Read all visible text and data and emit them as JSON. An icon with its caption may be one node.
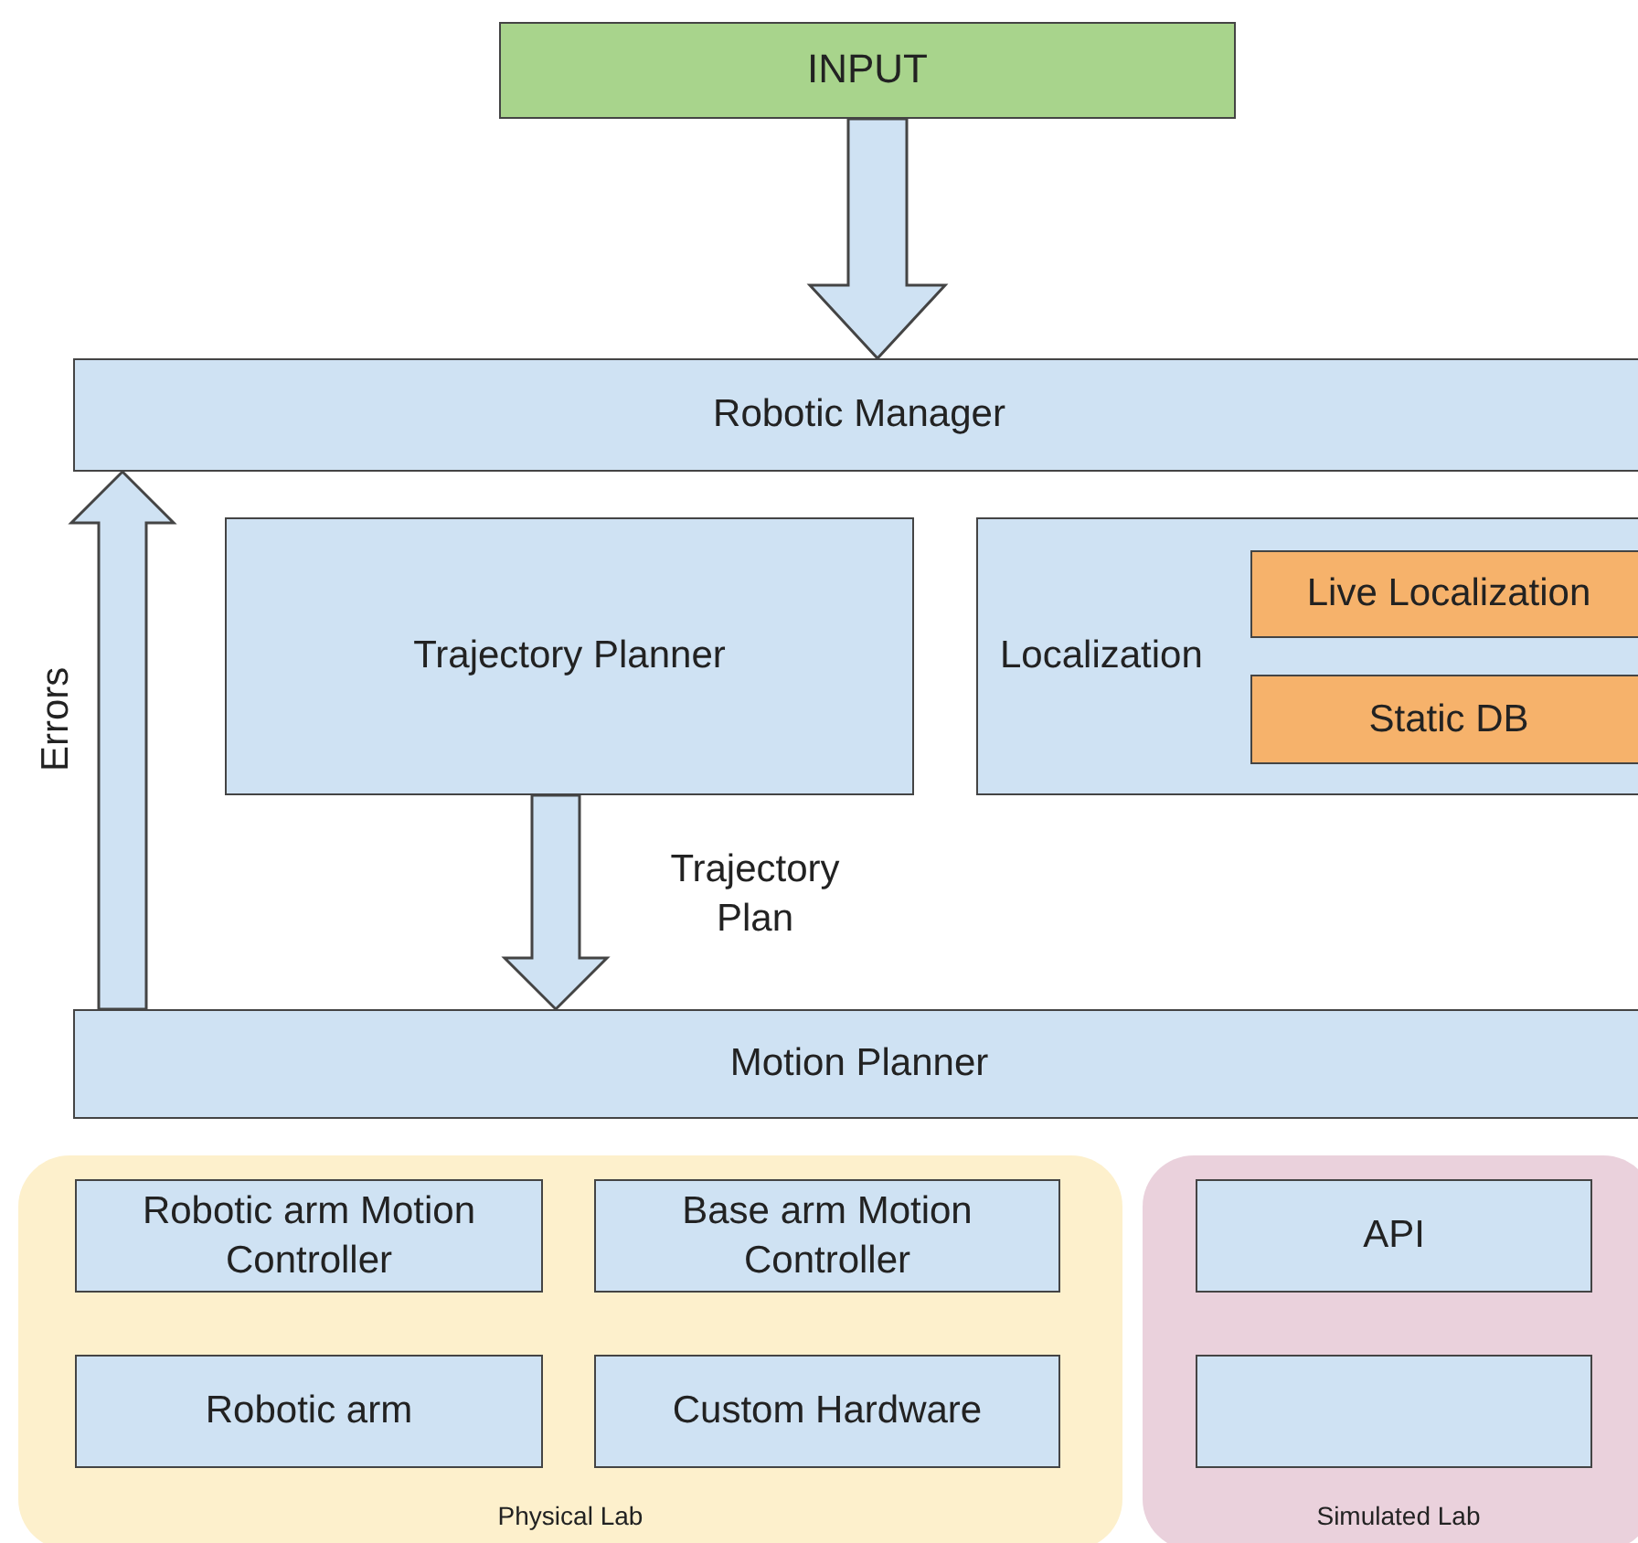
{
  "diagram": {
    "nodes": [
      {
        "text": [
          "INPUT"
        ]
      },
      {
        "text": [
          "Robotic Manager"
        ]
      },
      {
        "text": [
          "Trajectory Planner"
        ]
      },
      {
        "text": [
          "Localization"
        ]
      },
      {
        "text": [
          "Live Localization"
        ],
        "in": 3
      },
      {
        "text": [
          "Static DB"
        ],
        "in": 3
      },
      {
        "text": [
          "Motion Planner"
        ]
      },
      {
        "text": [
          "Physical Lab"
        ]
      },
      {
        "text": [
          "Robotic arm Motion Controller"
        ],
        "in": 7
      },
      {
        "text": [
          "Base arm Motion Controller"
        ],
        "in": 7
      },
      {
        "text": [
          "Robotic arm"
        ],
        "in": 7
      },
      {
        "text": [
          "Custom Hardware"
        ],
        "in": 7
      },
      {
        "text": [
          "Simulated Lab"
        ]
      },
      {
        "text": [
          "API"
        ],
        "in": 12
      },
      {
        "text": [],
        "shape": "box",
        "in": 12
      }
    ],
    "edges": [
      {
        "from": 0,
        "to": 1,
        "arrow": "to"
      },
      {
        "from": 6,
        "to": 1,
        "arrow": "to",
        "label": "Errors"
      },
      {
        "from": 2,
        "to": 6,
        "arrow": "to",
        "label": "Trajectory Plan"
      }
    ]
  }
}
